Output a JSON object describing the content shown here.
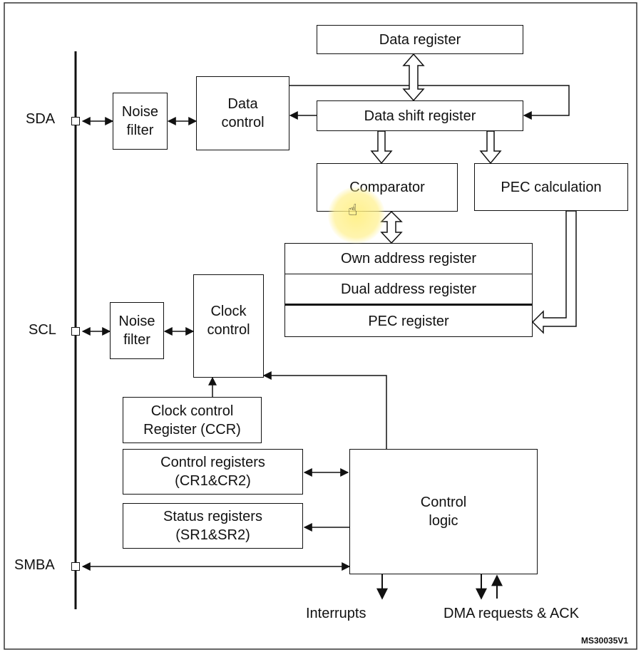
{
  "pins": {
    "sda": "SDA",
    "scl": "SCL",
    "smba": "SMBA"
  },
  "blocks": {
    "data_register": "Data register",
    "data_shift_register": "Data shift register",
    "noise_filter_sda": "Noise\nfilter",
    "data_control": "Data\ncontrol",
    "comparator": "Comparator",
    "pec_calculation": "PEC calculation",
    "own_address_register": "Own address register",
    "dual_address_register": "Dual address register",
    "pec_register": "PEC register",
    "noise_filter_scl": "Noise\nfilter",
    "clock_control": "Clock\ncontrol",
    "clock_control_register": "Clock control\nRegister (CCR)",
    "control_registers": "Control registers\n(CR1&CR2)",
    "status_registers": "Status registers\n(SR1&SR2)",
    "control_logic": "Control\nlogic"
  },
  "outputs": {
    "interrupts": "Interrupts",
    "dma": "DMA requests & ACK"
  },
  "reference": "MS30035V1",
  "cursor": {
    "icon": "hand-pointer-icon",
    "highlight_color": "#fff07a"
  }
}
